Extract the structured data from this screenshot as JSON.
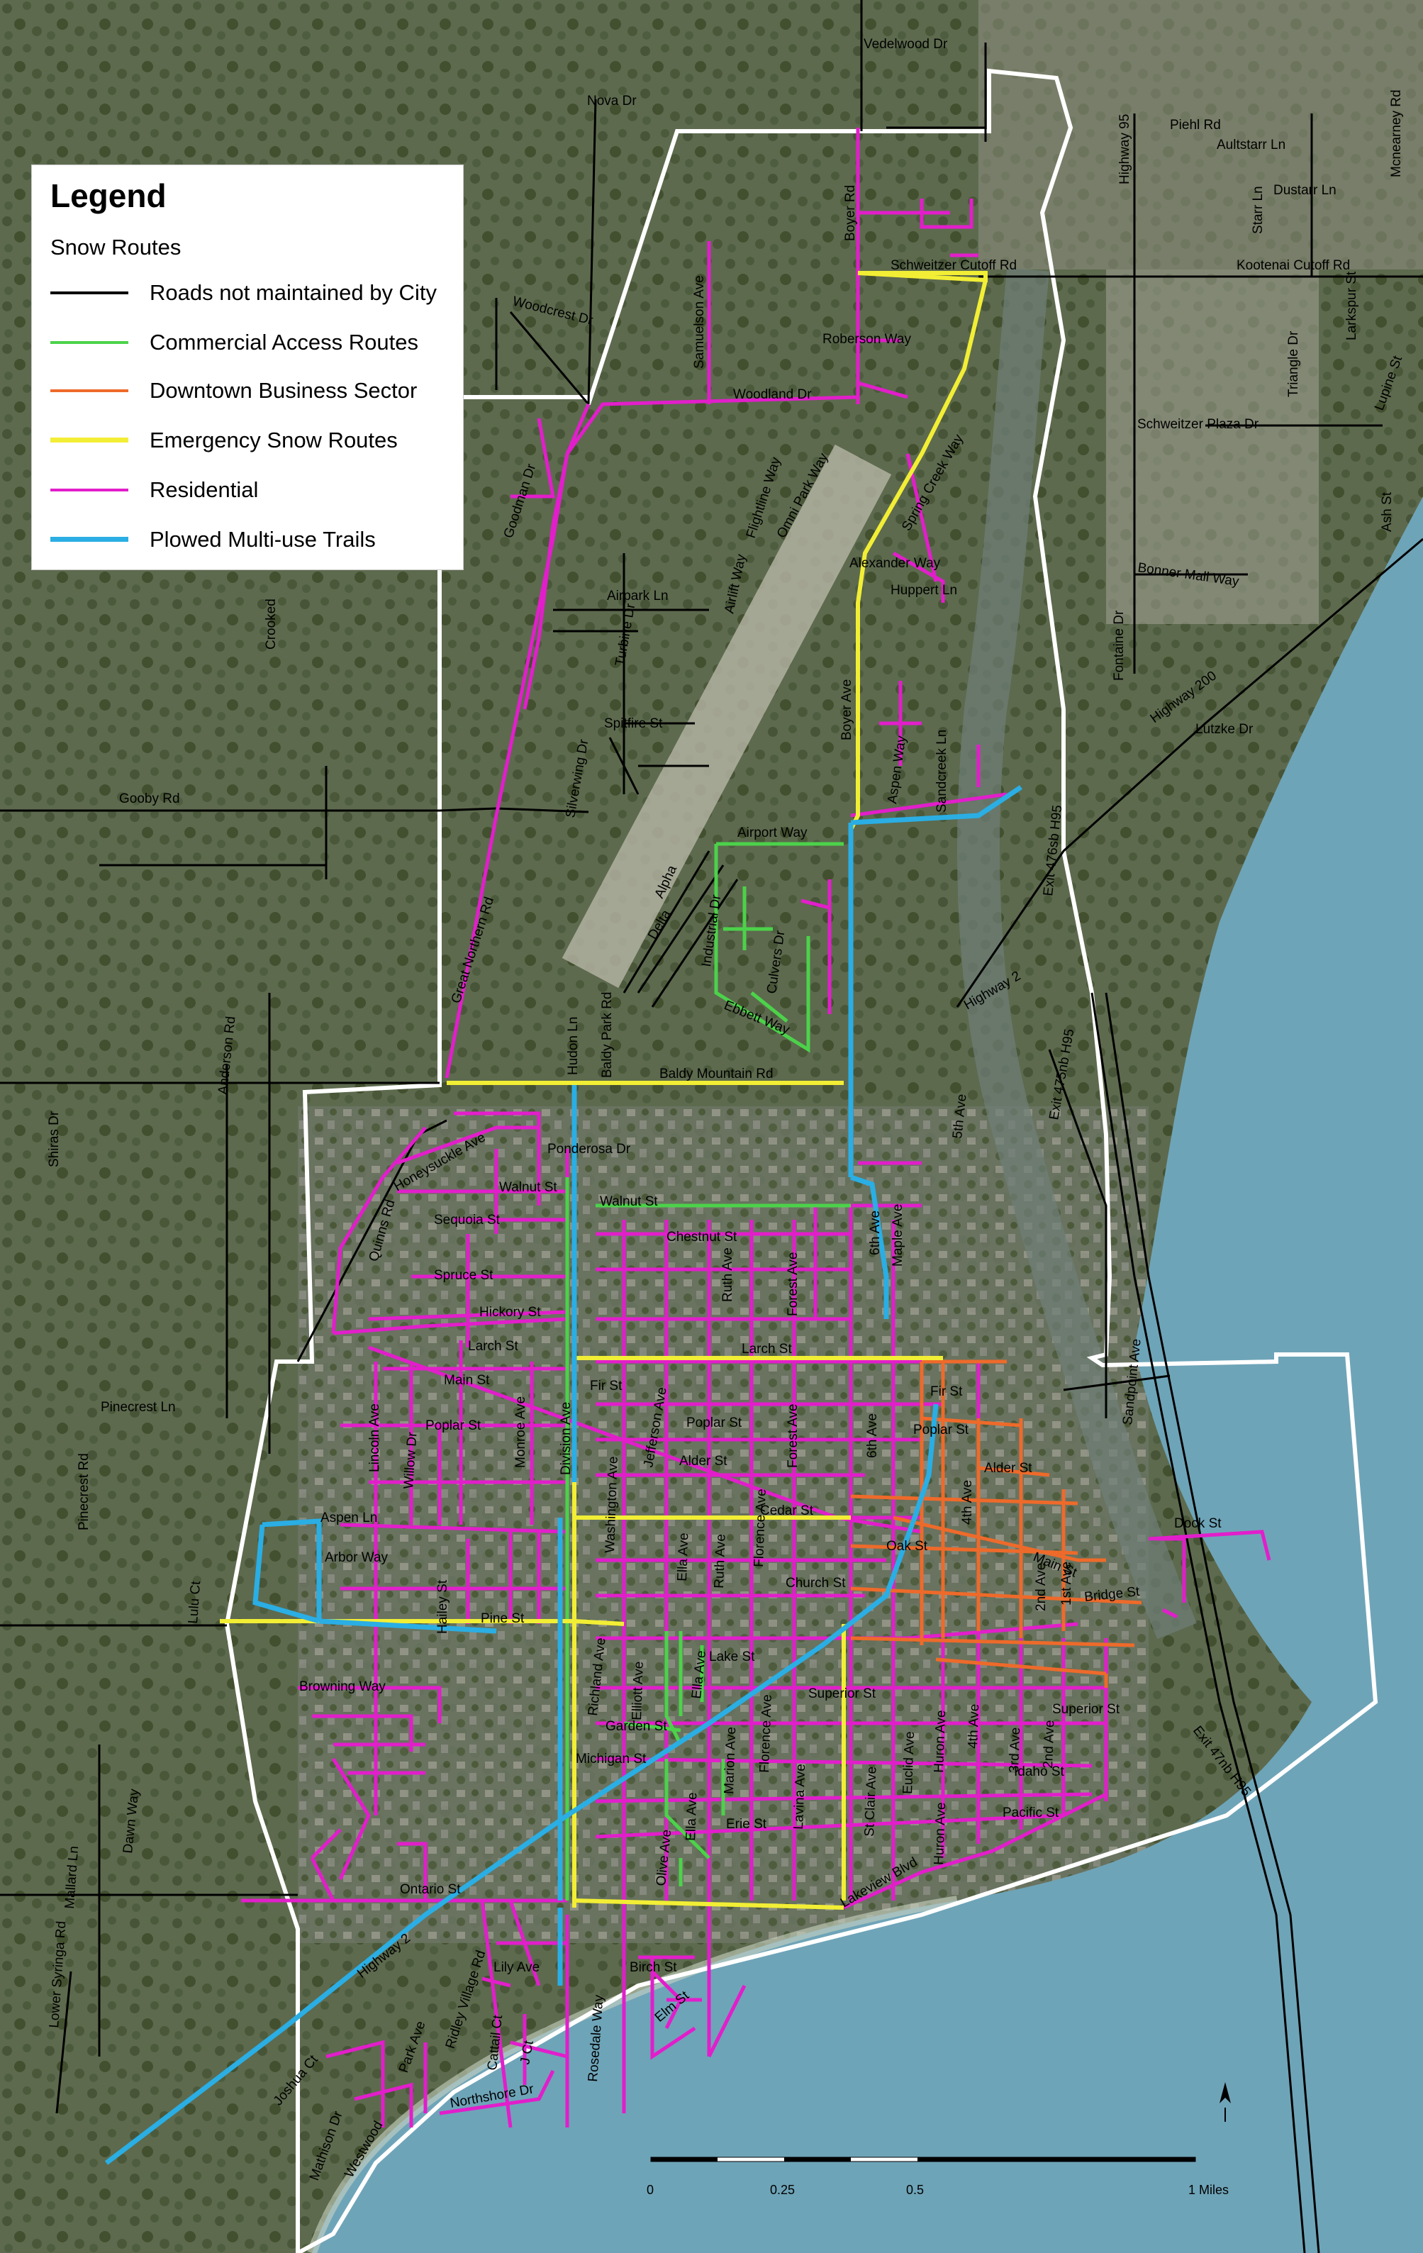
{
  "legend": {
    "title": "Legend",
    "subtitle": "Snow Routes",
    "items": [
      {
        "label": "Roads not maintained by City",
        "color": "#000000"
      },
      {
        "label": "Commercial Access Routes",
        "color": "#4cd24a"
      },
      {
        "label": "Downtown Business Sector",
        "color": "#ee6a2a"
      },
      {
        "label": "Emergency Snow Routes",
        "color": "#f2ee35"
      },
      {
        "label": "Residential",
        "color": "#e21ecb"
      },
      {
        "label": "Plowed Multi-use Trails",
        "color": "#2aaee4"
      }
    ]
  },
  "boundary_color": "#ffffff",
  "labels": {
    "vedelwood": "Vedelwood Dr",
    "nova": "Nova Dr",
    "piehl": "Piehl Rd",
    "aultstarr": "Aultstarr Ln",
    "dustarr": "Dustarr Ln",
    "starr": "Starr Ln",
    "mcnearney": "Mcnearney Rd",
    "hwy95": "Highway 95",
    "boyer_rd": "Boyer Rd",
    "schweitzer_cutoff": "Schweitzer Cutoff Rd",
    "kootenai_cutoff": "Kootenai Cutoff Rd",
    "woodcrest": "Woodcrest Dr",
    "samuelson": "Samuelson Ave",
    "roberson": "Roberson Way",
    "woodland": "Woodland Dr",
    "triangle": "Triangle Dr",
    "larkspur": "Larkspur St",
    "lupine": "Lupine St",
    "schweitzer_plaza": "Schweitzer Plaza Dr",
    "spring_creek": "Spring Creek Way",
    "flightline": "Flightline Way",
    "omni_park": "Omni Park Way",
    "goodman": "Goodman Dr",
    "ash": "Ash St",
    "alexander": "Alexander Way",
    "huppert": "Huppert Ln",
    "bonner_mall": "Bonner Mall Way",
    "airpark": "Airpark Ln",
    "airlift": "Airlift Way",
    "crooked": "Crooked",
    "turbine": "Turbine Dr",
    "fontaine": "Fontaine Dr",
    "hwy200": "Highway 200",
    "lutzke": "Lutzke Dr",
    "spitfire": "Spitfire St",
    "silverwing": "Silverwing Dr",
    "boyer_ave": "Boyer Ave",
    "aspen_way": "Aspen Way",
    "sandcreek": "Sandcreek Ln",
    "gooby": "Gooby Rd",
    "exit476": "Exit 476sb H95",
    "airport_way": "Airport Way",
    "alpha": "Alpha",
    "delta": "Delta",
    "industrial": "Industrial Dr",
    "culvers": "Culvers Dr",
    "great_northern": "Great Northern Rd",
    "hwy2_north": "Highway 2",
    "ebbett": "Ebbett Way",
    "anderson": "Anderson Rd",
    "hudon": "Hudon Ln",
    "baldy_park": "Baldy Park Rd",
    "baldy_mountain": "Baldy Mountain Rd",
    "exit475": "Exit 475nb H95",
    "fifth_ave": "5th Ave",
    "shiras": "Shiras Dr",
    "honeysuckle": "Honeysuckle Ave",
    "ponderosa": "Ponderosa Dr",
    "walnut1": "Walnut St",
    "walnut2": "Walnut St",
    "sequoia": "Sequoia St",
    "quinns": "Quinns Rd",
    "chestnut": "Chestnut St",
    "sixth_ave1": "6th Ave",
    "maple": "Maple Ave",
    "spruce": "Spruce St",
    "ruth1": "Ruth Ave",
    "forest1": "Forest Ave",
    "hickory": "Hickory St",
    "larch1": "Larch St",
    "larch2": "Larch St",
    "sandpoint": "Sandpoint Ave",
    "main1": "Main St",
    "fir1": "Fir St",
    "fir2": "Fir St",
    "pinecrest": "Pinecrest Ln",
    "lincoln": "Lincoln Ave",
    "poplar1": "Poplar St",
    "monroe": "Monroe Ave",
    "division": "Division Ave",
    "jefferson": "Jefferson Ave",
    "poplar2": "Poplar St",
    "forest2": "Forest Ave",
    "sixth_ave2": "6th Ave",
    "poplar3": "Poplar St",
    "willow": "Willow Dr",
    "alder1": "Alder St",
    "alder2": "Alder St",
    "pinecrest_rd": "Pinecrest Rd",
    "aspen_ln": "Aspen Ln",
    "washington": "Washington Ave",
    "cedar": "Cedar St",
    "fourth_ave1": "4th Ave",
    "dock": "Dock St",
    "arbor": "Arbor Way",
    "ella1": "Ella Ave",
    "ruth2": "Ruth Ave",
    "florence1": "Florence Ave",
    "oak": "Oak St",
    "main2": "Main St",
    "lulu": "Lulu Ct",
    "hailey": "Hailey St",
    "church": "Church St",
    "second_ave1": "2nd Ave",
    "first_ave": "1st Ave",
    "bridge": "Bridge St",
    "pine": "Pine St",
    "richland": "Richland Ave",
    "elliott": "Elliott Ave",
    "ella2": "Ella Ave",
    "lake": "Lake St",
    "browning": "Browning Way",
    "superior1": "Superior St",
    "superior2": "Superior St",
    "garden": "Garden St",
    "florence2": "Florence Ave",
    "euclid": "Euclid Ave",
    "huron1": "Huron Ave",
    "fourth_ave2": "4th Ave",
    "third_ave": "3rd Ave",
    "second_ave2": "2nd Ave",
    "michigan": "Michigan St",
    "marion": "Marion Ave",
    "st_clair": "St Clair Ave",
    "idaho": "Idaho St",
    "lavina": "Lavina Ave",
    "ella3": "Ella Ave",
    "erie": "Erie St",
    "huron2": "Huron Ave",
    "pacific": "Pacific St",
    "exit47_south": "Exit 47nb H95",
    "dawn": "Dawn Way",
    "mallard": "Mallard Ln",
    "olive": "Olive Ave",
    "lakeview": "Lakeview Blvd",
    "ontario": "Ontario St",
    "lower_syringa": "Lower Syringa Rd",
    "lily": "Lily Ave",
    "birch": "Birch St",
    "elm": "Elm St",
    "hwy2_south": "Highway 2",
    "park_ave": "Park Ave",
    "ridley": "Ridley Village Rd",
    "cattail": "Cattail Ct",
    "jct": "J Ct",
    "joshua": "Joshua Ct",
    "rosedale": "Rosedale Way",
    "mathison": "Mathison Dr",
    "westwood": "Westwood",
    "northshore": "Northshore Dr"
  },
  "scale": {
    "ticks": [
      "0",
      "0.25",
      "0.5",
      "1 Miles"
    ]
  }
}
